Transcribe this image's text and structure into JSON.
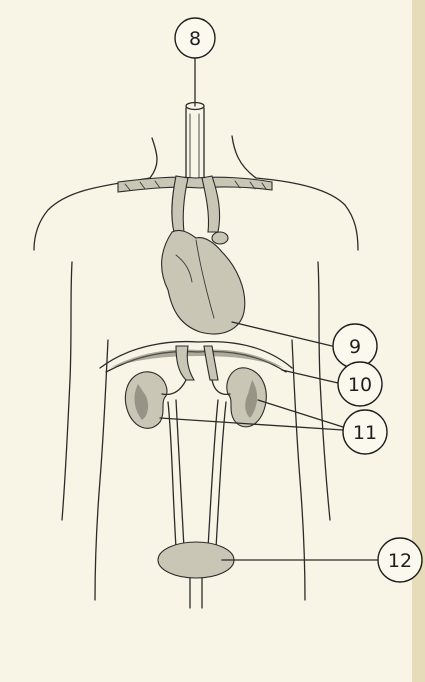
{
  "labels": {
    "item_8": "8",
    "item_9": "9",
    "item_10": "10",
    "item_11": "11",
    "item_12": "12"
  },
  "colors": {
    "paper": "#f8f5e6",
    "ink": "#2b2b2b"
  }
}
